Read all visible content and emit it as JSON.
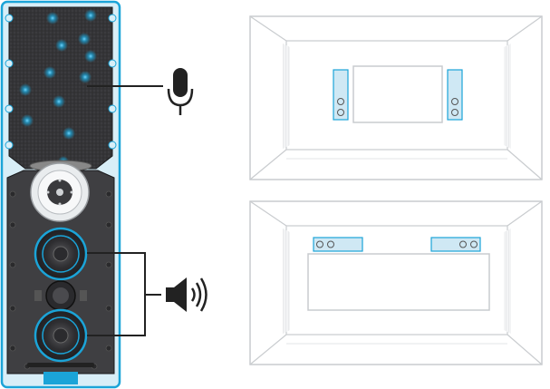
{
  "colors": {
    "accent": "#1ba4d8",
    "panel_dark": "#3a3a3c",
    "mesh": "#2c2c2e",
    "room_line": "#c9cccf",
    "room_wall": "#f2f3f4",
    "speaker_fill": "#cfe8f4",
    "icon": "#222222"
  },
  "icons": {
    "microphone": "microphone-icon",
    "speaker": "speaker-volume-icon"
  },
  "rooms": [
    {
      "name": "room-vertical-speakers",
      "speaker_orientation": "vertical",
      "speaker_count": 2
    },
    {
      "name": "room-horizontal-speakers",
      "speaker_orientation": "horizontal",
      "speaker_count": 2
    }
  ]
}
